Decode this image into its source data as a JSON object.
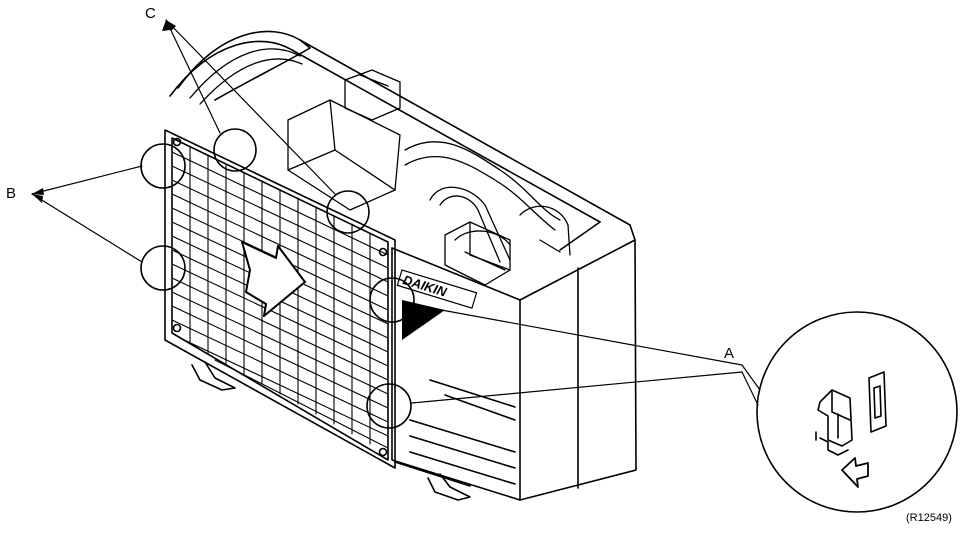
{
  "callouts": {
    "a": "A",
    "b": "B",
    "c": "C"
  },
  "brand_text": "DAIKIN",
  "reference_code": "(R12549)",
  "colors": {
    "line": "#000000",
    "background": "#ffffff"
  }
}
